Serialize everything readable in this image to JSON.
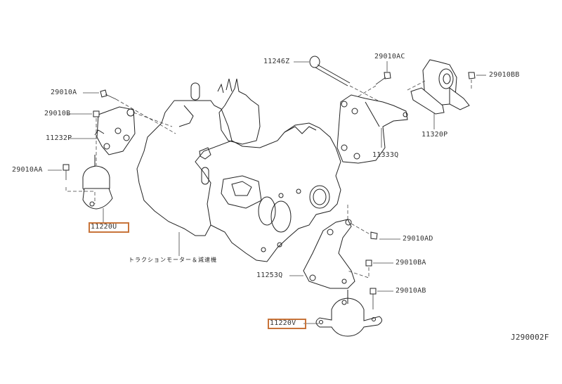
{
  "diagram": {
    "figure_code": "J290002F",
    "caption_jp": "トラクションモーター＆減速機",
    "highlight_color": "#c8743a",
    "parts": {
      "p29010A": "29010A",
      "p29010B": "29010B",
      "p11232P": "11232P",
      "p29010AA": "29010AA",
      "p11220U": "11220U",
      "p11246Z": "11246Z",
      "p29010AC": "29010AC",
      "p29010BB": "29010BB",
      "p11320P": "11320P",
      "p11333Q": "11333Q",
      "p29010AD": "29010AD",
      "p29010BA": "29010BA",
      "p11253Q": "11253Q",
      "p29010AB": "29010AB",
      "p11220V": "11220V"
    },
    "highlighted": [
      "11220U",
      "11220V"
    ]
  }
}
